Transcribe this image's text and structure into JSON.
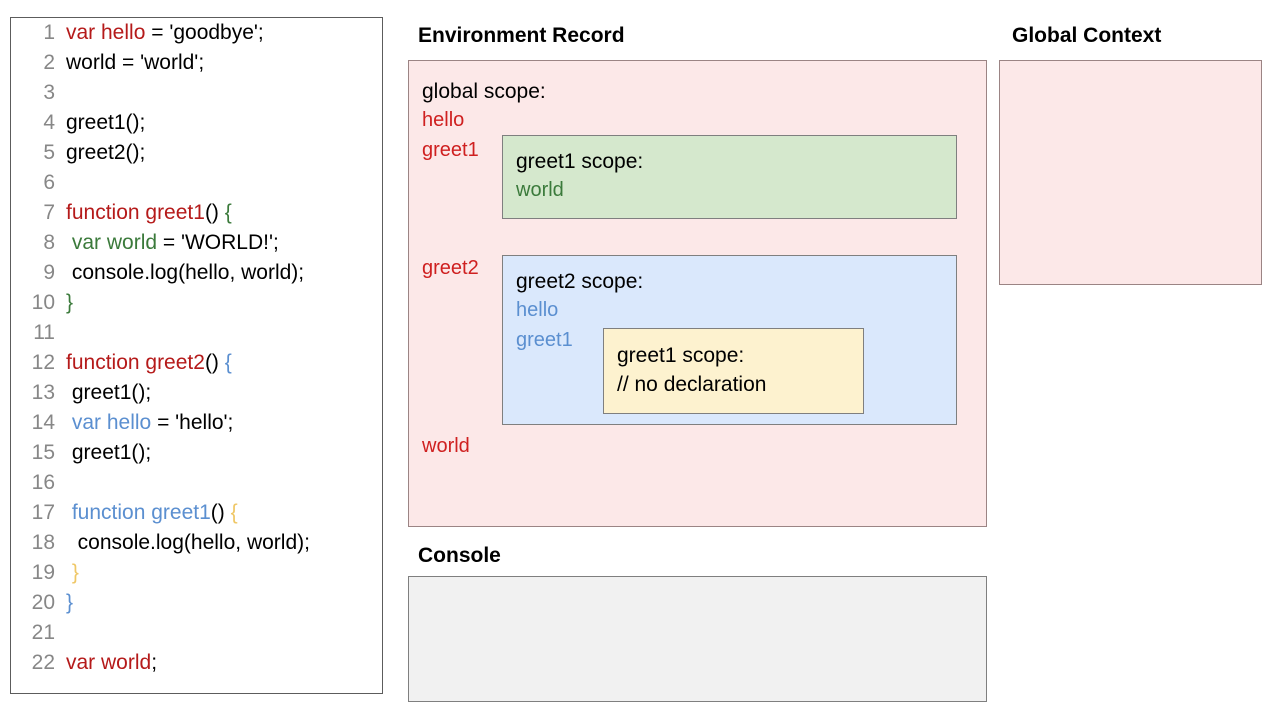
{
  "code_panel": {
    "lines": [
      {
        "num": "1",
        "indent": 0,
        "tokens": [
          {
            "t": "var hello",
            "c": "red"
          },
          {
            "t": " = 'goodbye';",
            "c": "black"
          }
        ]
      },
      {
        "num": "2",
        "indent": 0,
        "tokens": [
          {
            "t": "world = 'world';",
            "c": "black"
          }
        ]
      },
      {
        "num": "3",
        "indent": 0,
        "tokens": []
      },
      {
        "num": "4",
        "indent": 0,
        "tokens": [
          {
            "t": "greet1();",
            "c": "black"
          }
        ]
      },
      {
        "num": "5",
        "indent": 0,
        "tokens": [
          {
            "t": "greet2();",
            "c": "black"
          }
        ]
      },
      {
        "num": "6",
        "indent": 0,
        "tokens": []
      },
      {
        "num": "7",
        "indent": 0,
        "tokens": [
          {
            "t": "function greet1",
            "c": "red"
          },
          {
            "t": "() ",
            "c": "black"
          },
          {
            "t": "{",
            "c": "green"
          }
        ]
      },
      {
        "num": "8",
        "indent": 1,
        "tokens": [
          {
            "t": "var world",
            "c": "green"
          },
          {
            "t": " = 'WORLD!';",
            "c": "black"
          }
        ]
      },
      {
        "num": "9",
        "indent": 1,
        "tokens": [
          {
            "t": "console.log(hello, world);",
            "c": "black"
          }
        ]
      },
      {
        "num": "10",
        "indent": 0,
        "tokens": [
          {
            "t": "}",
            "c": "green"
          }
        ]
      },
      {
        "num": "11",
        "indent": 0,
        "tokens": []
      },
      {
        "num": "12",
        "indent": 0,
        "tokens": [
          {
            "t": "function greet2",
            "c": "red"
          },
          {
            "t": "() ",
            "c": "black"
          },
          {
            "t": "{",
            "c": "blue"
          }
        ]
      },
      {
        "num": "13",
        "indent": 1,
        "tokens": [
          {
            "t": "greet1();",
            "c": "black"
          }
        ]
      },
      {
        "num": "14",
        "indent": 1,
        "tokens": [
          {
            "t": "var hello",
            "c": "blue"
          },
          {
            "t": " = 'hello';",
            "c": "black"
          }
        ]
      },
      {
        "num": "15",
        "indent": 1,
        "tokens": [
          {
            "t": "greet1();",
            "c": "black"
          }
        ]
      },
      {
        "num": "16",
        "indent": 0,
        "tokens": []
      },
      {
        "num": "17",
        "indent": 1,
        "tokens": [
          {
            "t": "function greet1",
            "c": "blue"
          },
          {
            "t": "() ",
            "c": "black"
          },
          {
            "t": "{",
            "c": "orange"
          }
        ]
      },
      {
        "num": "18",
        "indent": 2,
        "tokens": [
          {
            "t": "console.log(hello, world);",
            "c": "black"
          }
        ]
      },
      {
        "num": "19",
        "indent": 1,
        "tokens": [
          {
            "t": "}",
            "c": "orange"
          }
        ]
      },
      {
        "num": "20",
        "indent": 0,
        "tokens": [
          {
            "t": "}",
            "c": "blue"
          }
        ]
      },
      {
        "num": "21",
        "indent": 0,
        "tokens": []
      },
      {
        "num": "22",
        "indent": 0,
        "tokens": [
          {
            "t": "var world",
            "c": "red"
          },
          {
            "t": ";",
            "c": "black"
          }
        ]
      }
    ]
  },
  "environment_record": {
    "title": "Environment Record",
    "global_scope_header": "global scope:",
    "global_vars": [
      {
        "name": "hello"
      },
      {
        "name": "greet1"
      },
      {
        "name": "greet2"
      },
      {
        "name": "world"
      }
    ],
    "greet1_scope": {
      "title": "greet1 scope:",
      "vars": [
        "world"
      ]
    },
    "greet2_scope": {
      "title": "greet2 scope:",
      "vars": [
        "hello",
        "greet1"
      ],
      "nested_greet1_scope": {
        "title": "greet1 scope:",
        "note": "// no declaration"
      }
    }
  },
  "console": {
    "title": "Console",
    "output": ""
  },
  "global_context": {
    "title": "Global Context",
    "content": ""
  },
  "colors": {
    "red": "#b51a1a",
    "green": "#3b7a3b",
    "blue": "#5b8fd0",
    "orange": "#efc766",
    "scope_pink_bg": "#fce8e8",
    "scope_green_bg": "#d5e8cd",
    "scope_blue_bg": "#dae8fc",
    "scope_yellow_bg": "#fdf2cf",
    "console_bg": "#f1f1f1",
    "line_number": "#878787",
    "pink_border": "#9b8484",
    "gray_border": "#7f7f7f"
  }
}
